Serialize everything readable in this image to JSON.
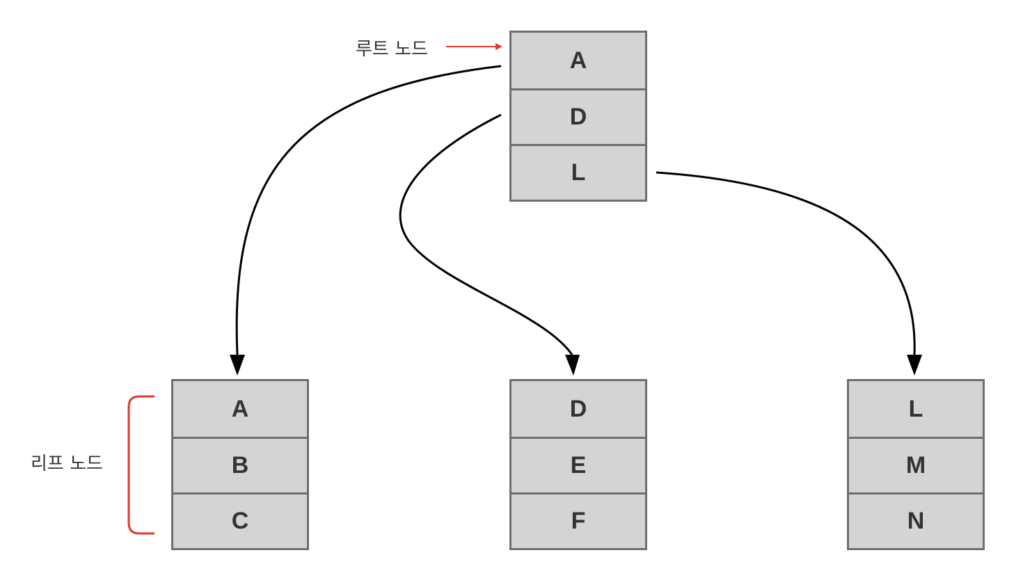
{
  "labels": {
    "root_node": "루트 노드",
    "leaf_node": "리프 노드"
  },
  "colors": {
    "node_fill": "#d4d4d4",
    "node_border": "#6e6e6e",
    "text": "#333333",
    "edge": "#000000",
    "annotation": "#e0382e"
  },
  "root": {
    "keys": [
      "A",
      "D",
      "L"
    ]
  },
  "leaves": [
    {
      "keys": [
        "A",
        "B",
        "C"
      ]
    },
    {
      "keys": [
        "D",
        "E",
        "F"
      ]
    },
    {
      "keys": [
        "L",
        "M",
        "N"
      ]
    }
  ]
}
